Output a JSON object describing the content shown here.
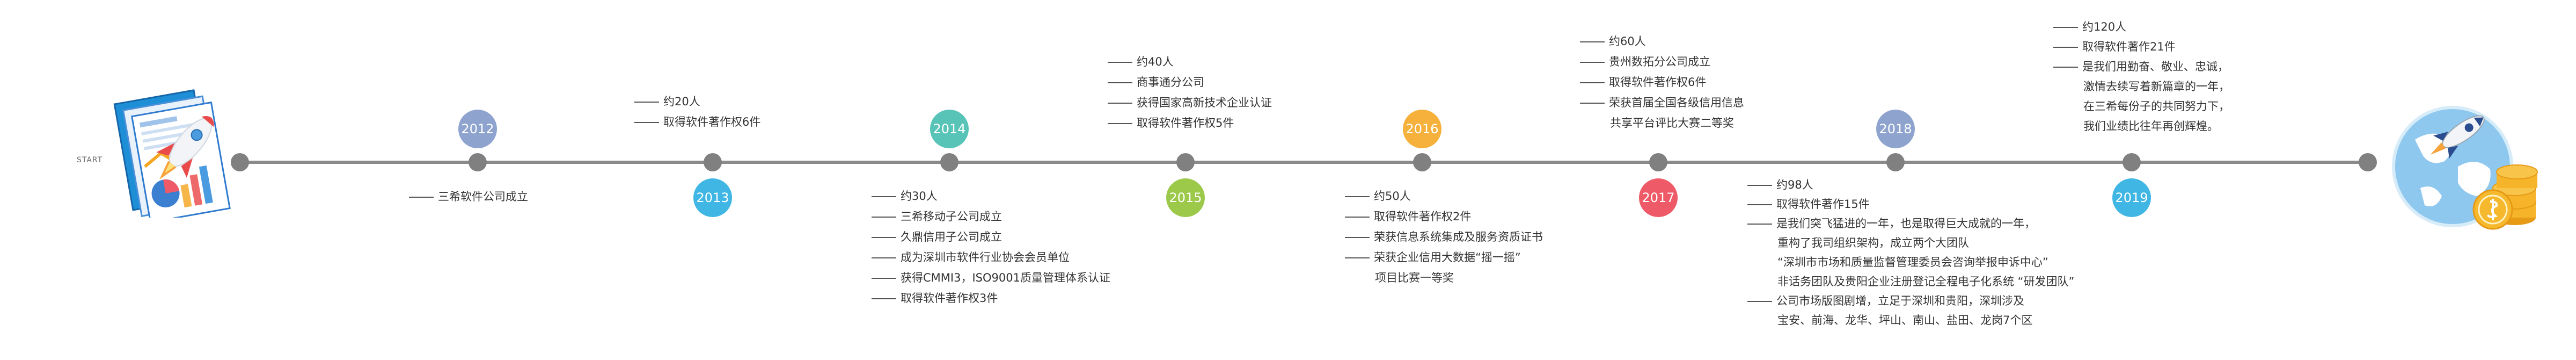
{
  "start_label": "START",
  "colors": {
    "axis": "#8a8a8a",
    "dot": "#808080",
    "y2012": "#8ea4cf",
    "y2013": "#3fb6e4",
    "y2014": "#58c4b8",
    "y2015": "#9cc94a",
    "y2016": "#f5b13b",
    "y2017": "#ee5a67",
    "y2018": "#8ea4cf",
    "y2019": "#3fb6e4"
  },
  "years": [
    {
      "label": "2012",
      "note": [
        "三希软件公司成立"
      ]
    },
    {
      "label": "2013",
      "note": [
        "约20人",
        "取得软件著作权6件"
      ]
    },
    {
      "label": "2014",
      "note": [
        "约30人",
        "三希移动子公司成立",
        "久鼎信用子公司成立",
        "成为深圳市软件行业协会会员单位",
        "获得CMMI3，ISO9001质量管理体系认证",
        "取得软件著作权3件"
      ]
    },
    {
      "label": "2015",
      "note": [
        "约40人",
        "商事通分公司",
        "获得国家高新技术企业认证",
        "取得软件著作权5件"
      ]
    },
    {
      "label": "2016",
      "note": [
        "约50人",
        "取得软件著作权2件",
        "荣获信息系统集成及服务资质证书",
        "荣获企业信用大数据“摇一摇”",
        "项目比赛一等奖"
      ]
    },
    {
      "label": "2017",
      "note": [
        "约60人",
        "贵州数拓分公司成立",
        "取得软件著作权6件",
        "荣获首届全国各级信用信息",
        "共享平台评比大赛二等奖"
      ]
    },
    {
      "label": "2018",
      "note": [
        "约98人",
        "取得软件著作15件",
        "是我们突飞猛进的一年，也是取得巨大成就的一年，",
        "重构了我司组织架构，成立两个大团队",
        "“深圳市市场和质量监督管理委员会咨询举报申诉中心”",
        "非话务团队及贵阳企业注册登记全程电子化系统 “研发团队”",
        "公司市场版图剧增，立足于深圳和贵阳，深圳涉及",
        "宝安、前海、龙华、坪山、南山、盐田、龙岗7个区"
      ]
    },
    {
      "label": "2019",
      "note": [
        "约120人",
        "取得软件著作21件",
        "是我们用勤奋、敬业、忠诚，",
        "激情去续写着新篇章的一年，",
        "在三希每份子的共同努力下，",
        "我们业绩比往年再创辉煌。"
      ]
    }
  ]
}
